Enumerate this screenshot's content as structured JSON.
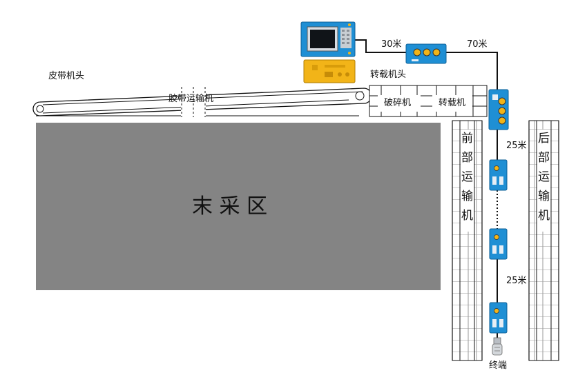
{
  "labels": {
    "belt_head": "皮带机头",
    "belt_conveyor": "胶带运输机",
    "transfer_head": "转载机头",
    "crusher": "破碎机",
    "transfer_machine": "转载机",
    "mining_area": "末 采 区",
    "front_conveyor": [
      "前",
      "部",
      "运",
      "输",
      "机"
    ],
    "rear_conveyor": [
      "后",
      "部",
      "运",
      "输",
      "机"
    ],
    "terminal": "终端"
  },
  "distances": {
    "d1": "30米",
    "d2": "70米",
    "d3": "25米",
    "d4": "25米"
  },
  "colors": {
    "gray_area": "#848484",
    "device_blue": "#1f8fd4",
    "device_yellow": "#f2b418",
    "cable": "#111111"
  },
  "icons": {
    "main_controller": "control-panel-icon",
    "power_box": "power-box-icon",
    "junction": "junction-box-icon",
    "node": "sensor-node-icon",
    "terminal": "terminal-plug-icon"
  }
}
